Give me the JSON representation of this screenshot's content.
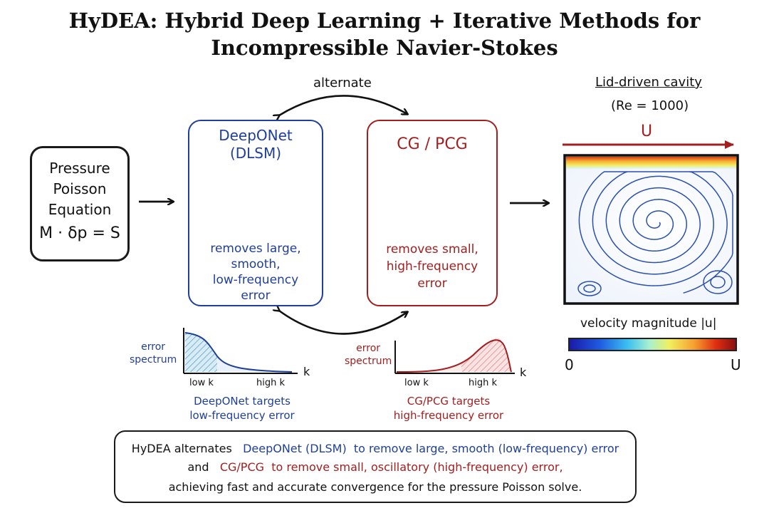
{
  "title": {
    "line1": "HyDEA: Hybrid Deep Learning + Iterative Methods for",
    "line2": "Incompressible Navier-Stokes"
  },
  "pressure_box": {
    "line1": "Pressure",
    "line2": "Poisson",
    "line3": "Equation",
    "equation": "M · δp = S"
  },
  "alternate_label": "alternate",
  "deeponet": {
    "title1": "DeepONet",
    "title2": "(DLSM)",
    "desc1": "removes large,",
    "desc2": "smooth,",
    "desc3": "low-frequency",
    "desc4": "error",
    "color": "#1f3f9a"
  },
  "cg": {
    "title": "CG / PCG",
    "desc1": "removes small,",
    "desc2": "high-frequency",
    "desc3": "error",
    "color": "#a31f1f"
  },
  "cavity": {
    "title": "Lid-driven cavity",
    "re": "(Re = 1000)",
    "lid_label": "U",
    "colorbar_label": "velocity magnitude |u|",
    "colorbar_min": "0",
    "colorbar_max": "U"
  },
  "spectrum_left": {
    "ylabel1": "error",
    "ylabel2": "spectrum",
    "tick_low": "low k",
    "tick_high": "high k",
    "axis": "k",
    "caption1": "DeepONet targets",
    "caption2": "low-frequency error"
  },
  "spectrum_right": {
    "ylabel1": "error",
    "ylabel2": "spectrum",
    "tick_low": "low k",
    "tick_high": "high k",
    "axis": "k",
    "caption1": "CG/PCG targets",
    "caption2": "high-frequency error"
  },
  "summary": {
    "l1_a": "HyDEA alternates",
    "l1_b": "DeepONet (DLSM)",
    "l1_c": "to remove large, smooth (low-frequency) error",
    "l2_a": "and",
    "l2_b": "CG/PCG",
    "l2_c": "to remove small, oscillatory (high-frequency) error,",
    "l3": "achieving fast and accurate convergence for the pressure Poisson solve."
  }
}
